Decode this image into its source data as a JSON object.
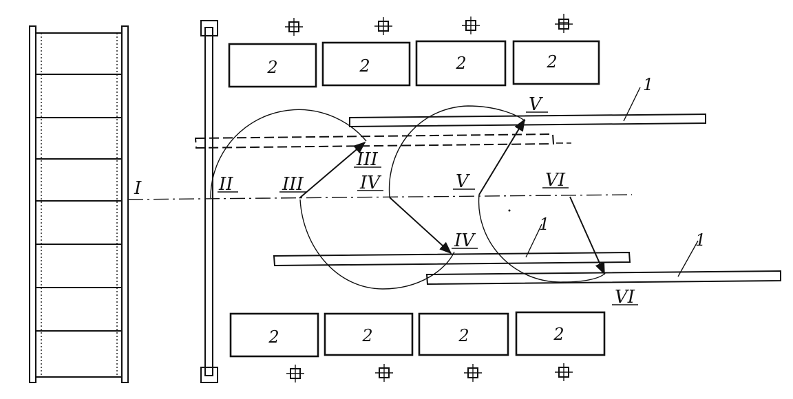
{
  "diagram": {
    "positions": {
      "I": "I",
      "II": "II",
      "III": "III",
      "III_top": "III",
      "IV": "IV",
      "IV_bottom": "IV",
      "V": "V",
      "V_top": "V",
      "VI": "VI",
      "VI_bottom": "VI"
    },
    "rail_label": "1",
    "block_label": "2",
    "stroke_color": "#111111",
    "background_color": "#ffffff"
  }
}
